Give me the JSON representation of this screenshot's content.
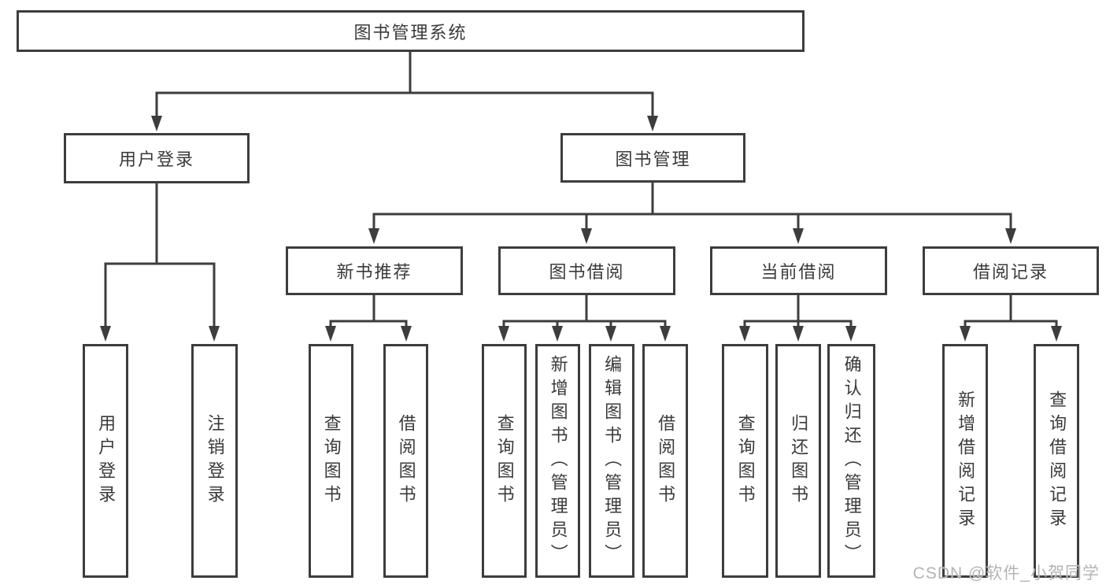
{
  "diagram_type": "hierarchy-tree",
  "colors": {
    "background": "#ffffff",
    "line": "#3d3d3d",
    "box_border": "#3d3d3d",
    "text": "#3a3a3a",
    "watermark": "#b4b4b4"
  },
  "watermark": "CSDN @软件_小贺同学",
  "tree": {
    "root": "图书管理系统",
    "branches": [
      {
        "label": "用户登录",
        "leaves": [
          "用户登录",
          "注销登录"
        ]
      },
      {
        "label": "图书管理",
        "children": [
          {
            "label": "新书推荐",
            "leaves": [
              "查询图书",
              "借阅图书"
            ]
          },
          {
            "label": "图书借阅",
            "leaves": [
              "查询图书",
              "新增图书（管理员）",
              "编辑图书（管理员）",
              "借阅图书"
            ]
          },
          {
            "label": "当前借阅",
            "leaves": [
              "查询图书",
              "归还图书",
              "确认归还（管理员）"
            ]
          },
          {
            "label": "借阅记录",
            "leaves": [
              "新增借阅记录",
              "查询借阅记录"
            ]
          }
        ]
      }
    ]
  }
}
